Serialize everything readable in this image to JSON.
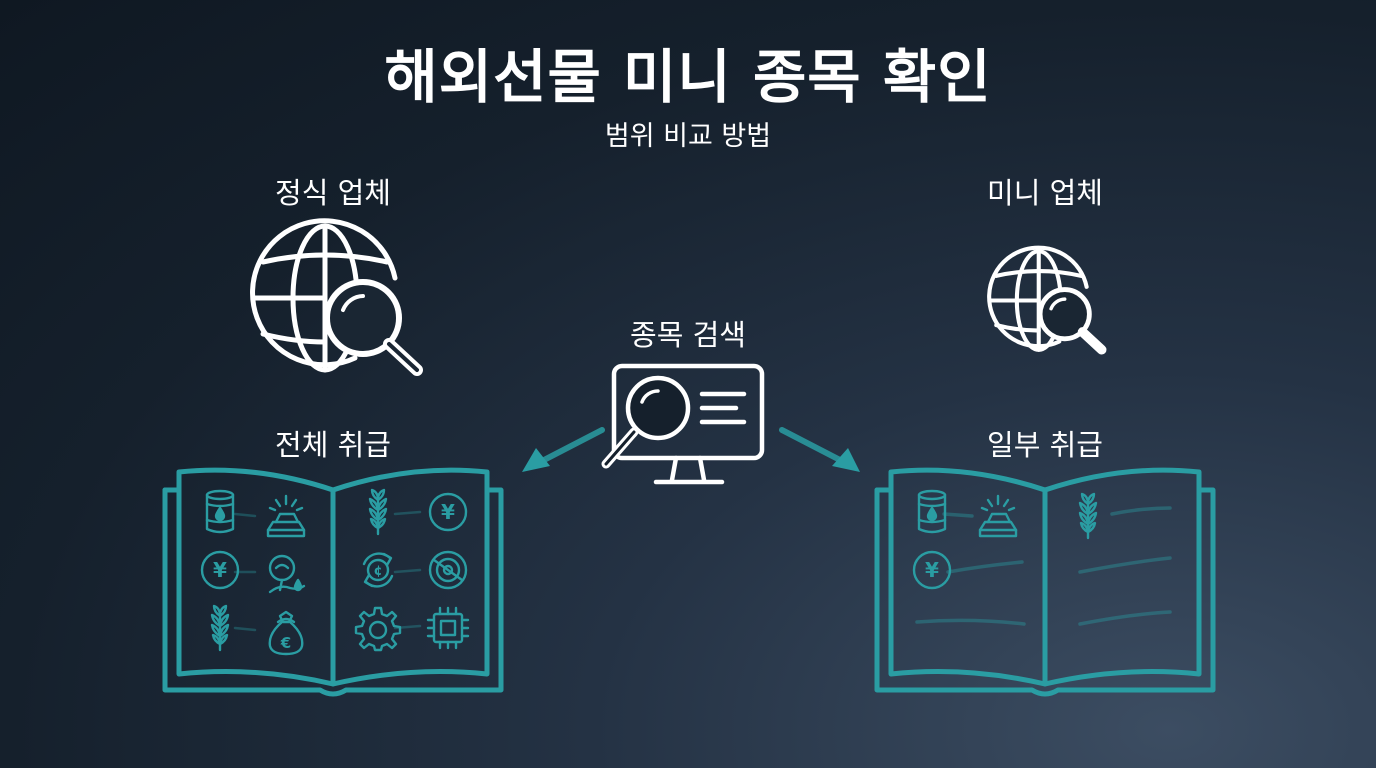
{
  "title": "해외선물 미니 종목 확인",
  "subtitle": "범위 비교 방법",
  "left": {
    "heading": "정식 업체",
    "subheading": "전체 취급"
  },
  "right": {
    "heading": "미니 업체",
    "subheading": "일부 취급"
  },
  "center": {
    "label": "종목 검색"
  },
  "colors": {
    "accent": "#2a9da3",
    "text": "#ffffff",
    "background": "#15202c"
  },
  "icons": {
    "left_book": [
      "oil-barrel-icon",
      "gold-bars-icon",
      "yen-coin-icon",
      "crude-oil-drop-icon",
      "wheat-icon",
      "euro-money-bag-icon",
      "wheat-icon",
      "yen-coin-icon",
      "cent-exchange-icon",
      "disc-target-icon",
      "gear-icon",
      "microchip-icon"
    ],
    "right_book": [
      "oil-barrel-icon",
      "gold-bars-icon",
      "wheat-icon",
      "yen-coin-icon"
    ]
  }
}
